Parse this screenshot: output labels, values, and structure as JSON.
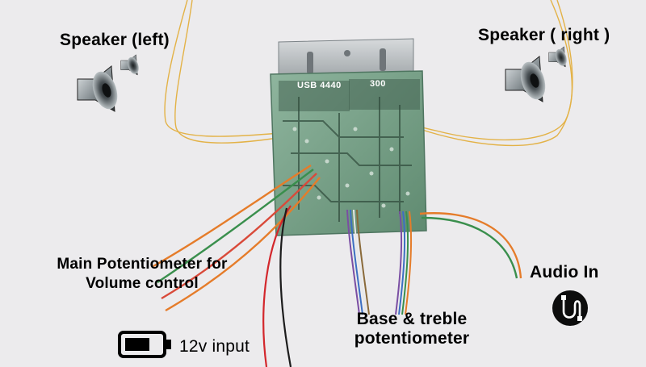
{
  "labels": {
    "speaker_left": "Speaker (left)",
    "speaker_right": "Speaker ( right )",
    "main_pot_line1": "Main Potentiometer for",
    "main_pot_line2": "Volume control",
    "audio_in": "Audio In",
    "base_treble_line1": "Base & treble",
    "base_treble_line2": "potentiometer",
    "power_input": "12v input"
  },
  "board": {
    "text_left": "USB 4440",
    "text_right": "300"
  },
  "icons": [
    "speaker-icon",
    "audio-jack-icon",
    "battery-icon"
  ]
}
